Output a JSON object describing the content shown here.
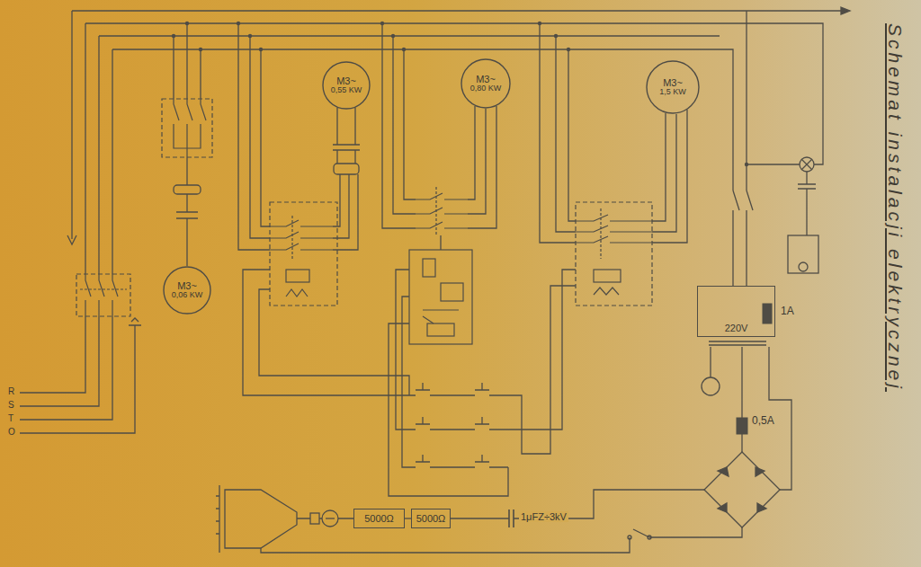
{
  "diagram": {
    "title": "Schemat instalacji elektrycznej",
    "nodes": [
      {
        "text": [
          "M3~",
          "0,55 KW"
        ]
      },
      {
        "text": [
          "M3~",
          "0,80 KW"
        ]
      },
      {
        "text": [
          "M3~",
          "1,5 KW"
        ]
      },
      {
        "text": [
          "M3~",
          "0,06 KW"
        ]
      },
      {
        "text": [
          "220V"
        ]
      },
      {
        "text": [
          "5000Ω"
        ]
      },
      {
        "text": [
          "5000Ω"
        ]
      }
    ],
    "edges": [
      {
        "from": 5,
        "to": 6,
        "arrow": "none"
      }
    ],
    "labels": [
      "1A",
      "0,5A",
      "1μFZ÷3kV",
      "R",
      "S",
      "T",
      "O"
    ]
  }
}
